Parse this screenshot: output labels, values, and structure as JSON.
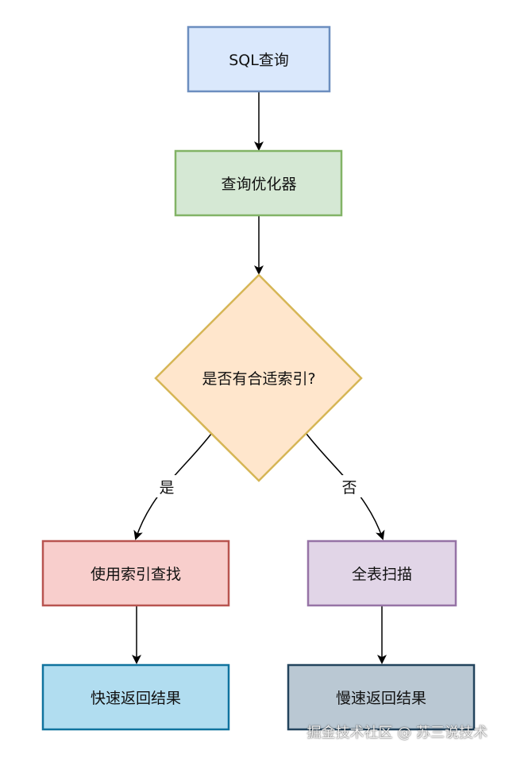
{
  "diagram": {
    "nodes": {
      "sql_query": {
        "label": "SQL查询",
        "fill": "#dae8fc",
        "stroke": "#6c8ebf"
      },
      "optimizer": {
        "label": "查询优化器",
        "fill": "#d5e8d4",
        "stroke": "#82b366"
      },
      "decision": {
        "label": "是否有合适索引?",
        "fill": "#ffe6cc",
        "stroke": "#d6b656"
      },
      "use_index": {
        "label": "使用索引查找",
        "fill": "#f8cecc",
        "stroke": "#b85450"
      },
      "full_scan": {
        "label": "全表扫描",
        "fill": "#e1d5e7",
        "stroke": "#9673a6"
      },
      "fast_return": {
        "label": "快速返回结果",
        "fill": "#b1ddf0",
        "stroke": "#10739e"
      },
      "slow_return": {
        "label": "慢速返回结果",
        "fill": "#bac8d3",
        "stroke": "#23445d"
      }
    },
    "edges": {
      "yes_label": "是",
      "no_label": "否"
    }
  },
  "watermark": "掘金技术社区 @ 苏三说技术"
}
